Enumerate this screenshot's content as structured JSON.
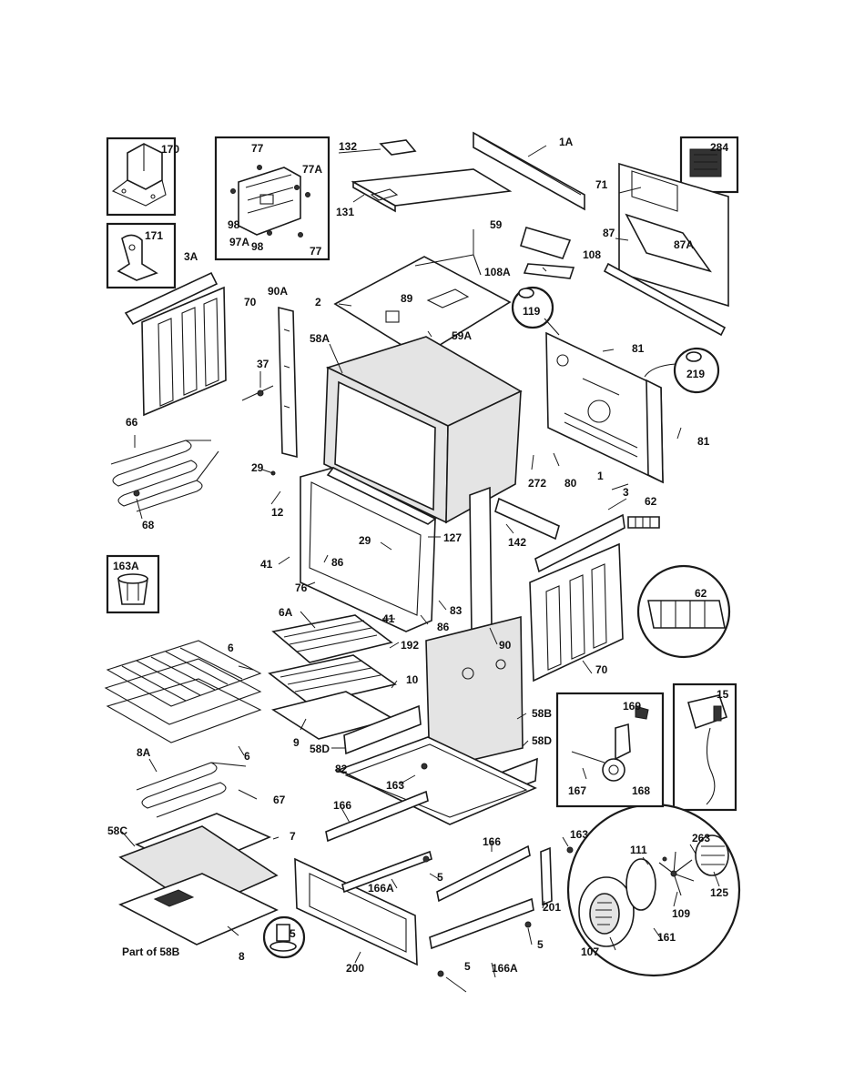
{
  "labels": {
    "l170": "170",
    "l171": "171",
    "l77a": "77",
    "l77b": "77A",
    "l98a": "98",
    "l97a": "97A",
    "l98b": "98",
    "l77c": "77",
    "l132": "132",
    "l131": "131",
    "l1a": "1A",
    "l284": "284",
    "l71": "71",
    "l87": "87",
    "l87a": "87A",
    "l3a": "3A",
    "l70a": "70",
    "l90a": "90A",
    "l2": "2",
    "l89": "89",
    "l59": "59",
    "l59a": "59A",
    "l108": "108",
    "l108a": "108A",
    "l119": "119",
    "l58a": "58A",
    "l37": "37",
    "l81a": "81",
    "l219": "219",
    "l81b": "81",
    "l66": "66",
    "l68": "68",
    "l29a": "29",
    "l12": "12",
    "l272": "272",
    "l80": "80",
    "l1": "1",
    "l3": "3",
    "l62a": "62",
    "l127": "127",
    "l29b": "29",
    "l142": "142",
    "l41a": "41",
    "l86a": "86",
    "l76": "76",
    "l163a": "163A",
    "l62b": "62",
    "l83": "83",
    "l41b": "41",
    "l86b": "86",
    "l90": "90",
    "l70b": "70",
    "l6a": "6A",
    "l6a2": "6",
    "l192": "192",
    "l10": "10",
    "l9": "9",
    "l58d1": "58D",
    "l6b": "6",
    "l58b": "58B",
    "l169": "169",
    "l15": "15",
    "l58d2": "58D",
    "l82": "82",
    "l163b": "163",
    "l8a": "8A",
    "l67": "67",
    "l167": "167",
    "l168": "168",
    "l166a": "166",
    "l166b": "166",
    "l58c": "58C",
    "l7": "7",
    "l5a": "5",
    "l166a2": "166A",
    "l163c": "163",
    "l263": "263",
    "l111": "111",
    "l125": "125",
    "l201": "201",
    "l109": "109",
    "l5b": "5",
    "l8": "8",
    "l200": "200",
    "l5c": "5",
    "l5d": "5",
    "l166a3": "166A",
    "l107": "107",
    "l161": "161",
    "partof58b": "Part of 58B"
  }
}
